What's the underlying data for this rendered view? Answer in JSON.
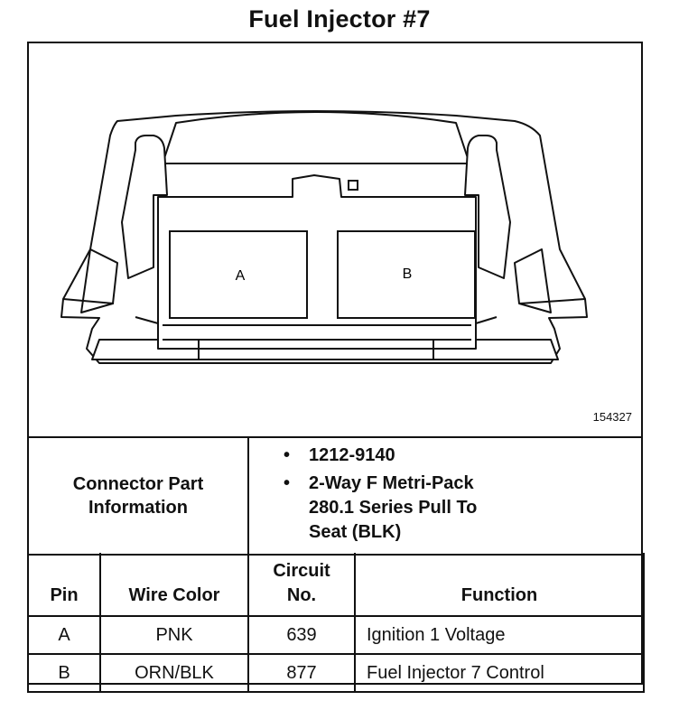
{
  "title": "Fuel Injector #7",
  "diagram": {
    "pin_a": "A",
    "pin_b": "B",
    "figure_id": "154327"
  },
  "connector_info": {
    "label_line1": "Connector Part",
    "label_line2": "Information",
    "bullet1": "1212-9140",
    "bullet2_line1": "2-Way F Metri-Pack",
    "bullet2_line2": "280.1 Series Pull To",
    "bullet2_line3": "Seat (BLK)"
  },
  "pin_table": {
    "headers": {
      "pin": "Pin",
      "wire_color": "Wire Color",
      "circuit_line1": "Circuit",
      "circuit_line2": "No.",
      "function": "Function"
    },
    "rows": [
      {
        "pin": "A",
        "wire_color": "PNK",
        "circuit": "639",
        "function": "Ignition 1 Voltage"
      },
      {
        "pin": "B",
        "wire_color": "ORN/BLK",
        "circuit": "877",
        "function": "Fuel Injector 7 Control"
      }
    ]
  }
}
